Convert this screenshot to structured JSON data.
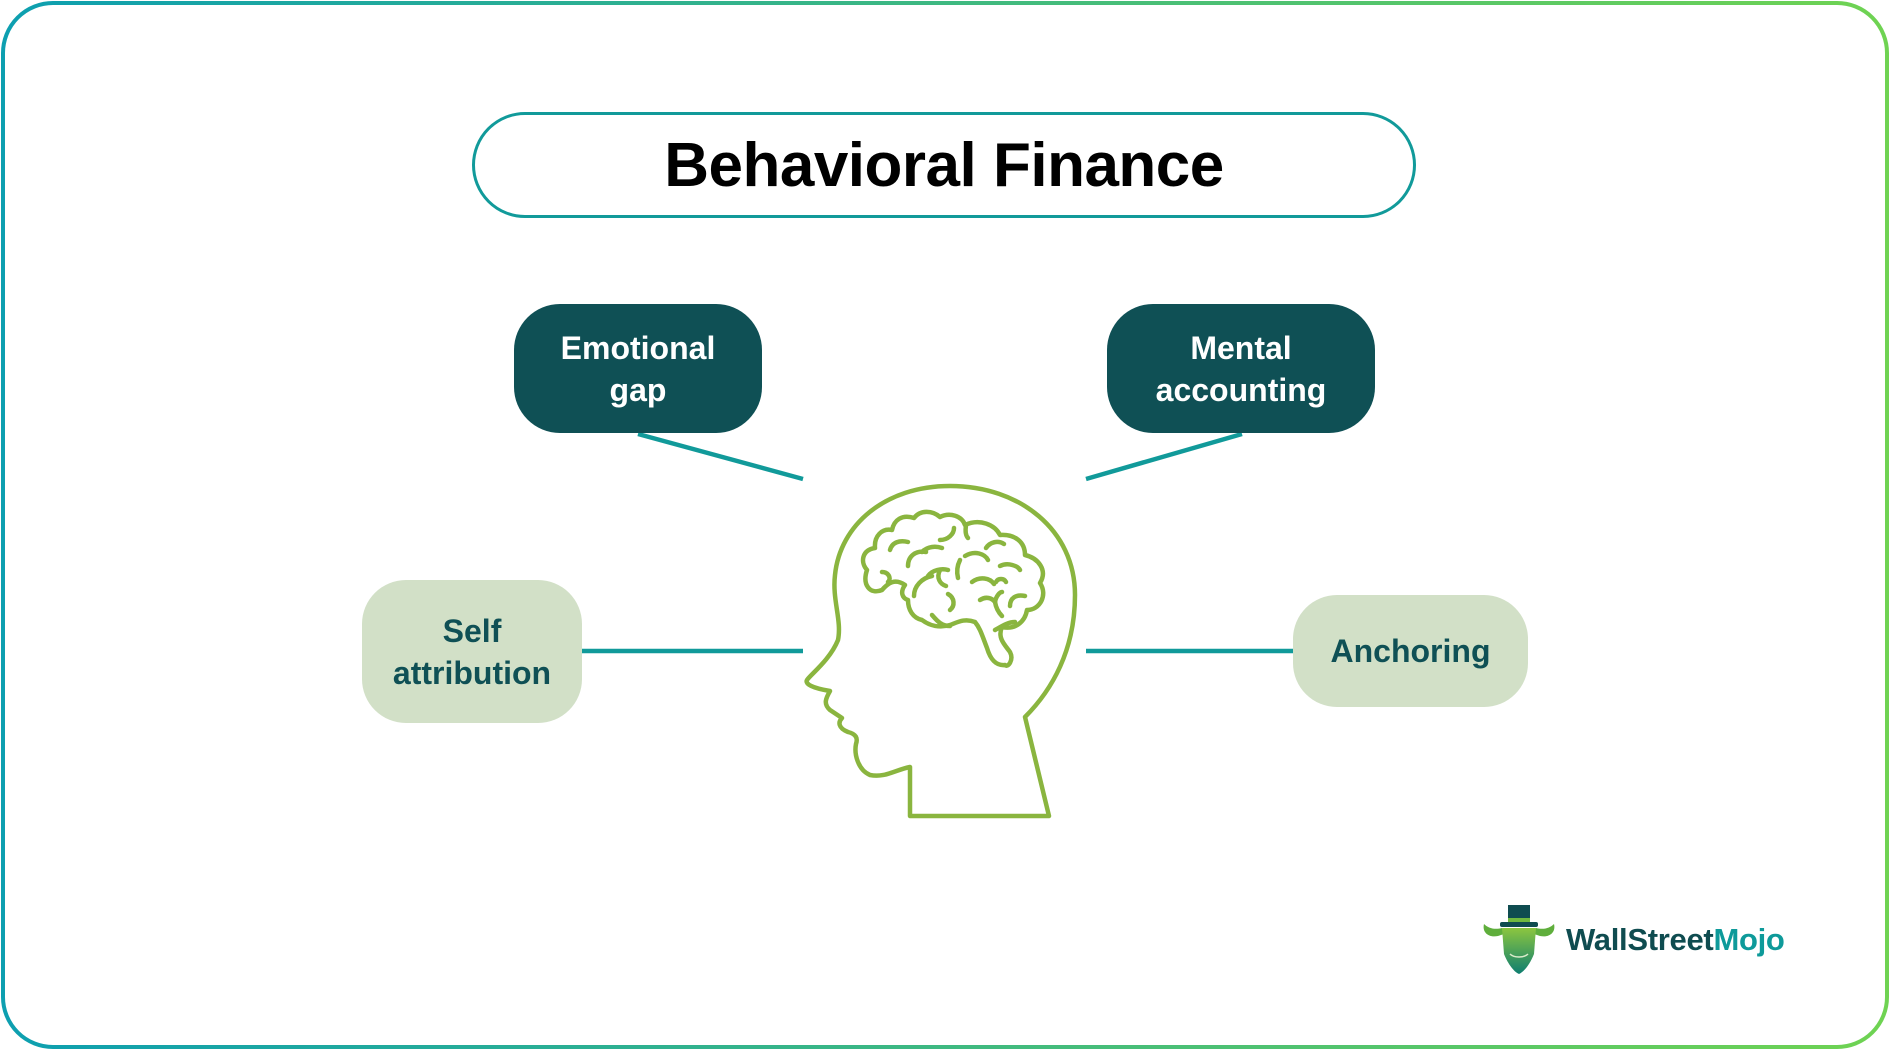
{
  "title": "Behavioral Finance",
  "center_icon": "head-with-brain-icon",
  "nodes": {
    "emotional_gap": {
      "label": "Emotional\ngap",
      "style": "dark"
    },
    "mental_accounting": {
      "label": "Mental\naccounting",
      "style": "dark"
    },
    "self_attribution": {
      "label": "Self\nattribution",
      "style": "light"
    },
    "anchoring": {
      "label": "Anchoring",
      "style": "light"
    }
  },
  "logo": {
    "icon": "bull-with-top-hat-logo-icon",
    "text_part1": "WallStreet",
    "text_part2": "Mojo"
  },
  "colors": {
    "dark_node": "#0f5055",
    "light_node": "#d2e0c7",
    "connector": "#119a9a",
    "head_outline": "#8ab53f",
    "frame_gradient_start": "#0d9fb0",
    "frame_gradient_end": "#6fd352"
  }
}
